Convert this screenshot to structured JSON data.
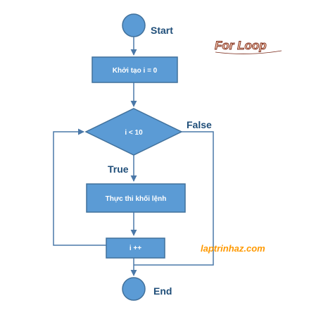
{
  "colors": {
    "node_fill": "#5b9bd5",
    "node_stroke": "#41719c",
    "line": "#4a78a8",
    "label": "#1f4e79",
    "title_fill": "#f6c9b0",
    "title_stroke": "#7a2a1a",
    "watermark": "#ff9900",
    "text_on_node": "#ffffff"
  },
  "nodes": {
    "start": "Start",
    "init": "Khởi tạo i = 0",
    "condition": "i < 10",
    "body": "Thực thi khối lệnh",
    "increment": "i ++",
    "end": "End"
  },
  "edge_labels": {
    "true": "True",
    "false": "False"
  },
  "title": "For Loop",
  "watermark": "laptrinhaz.com"
}
